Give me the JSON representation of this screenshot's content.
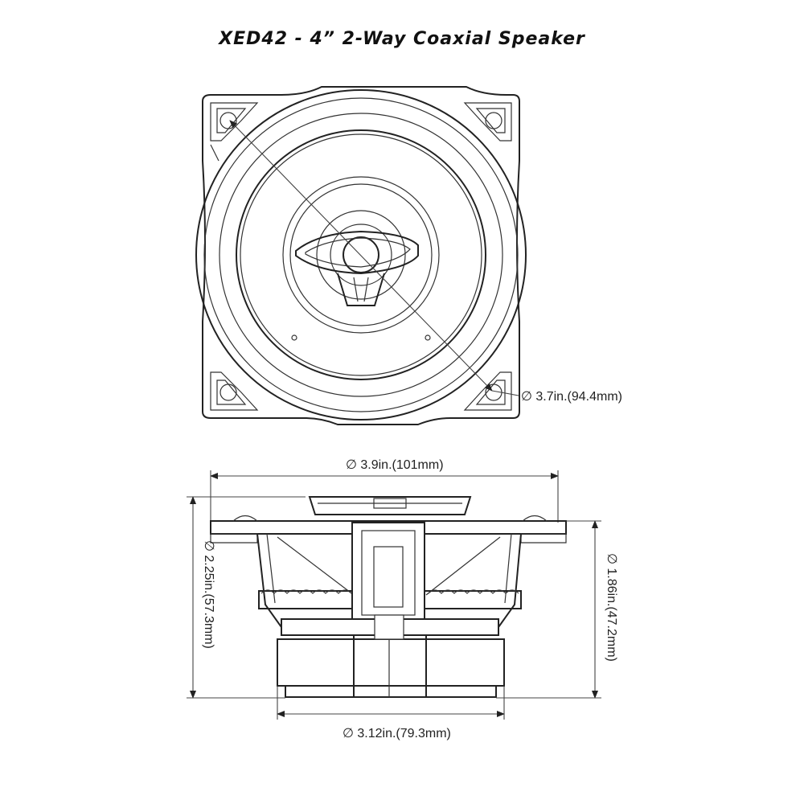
{
  "title": "XED42 - 4”  2-Way Coaxial Speaker",
  "dimensions": {
    "mount_diameter": "∅ 3.7in.(94.4mm)",
    "overall_width": "∅ 3.9in.(101mm)",
    "total_depth": "∅ 2.25in.(57.3mm)",
    "mount_depth": "∅ 1.86in.(47.2mm)",
    "magnet_diameter": "∅ 3.12in.(79.3mm)"
  }
}
